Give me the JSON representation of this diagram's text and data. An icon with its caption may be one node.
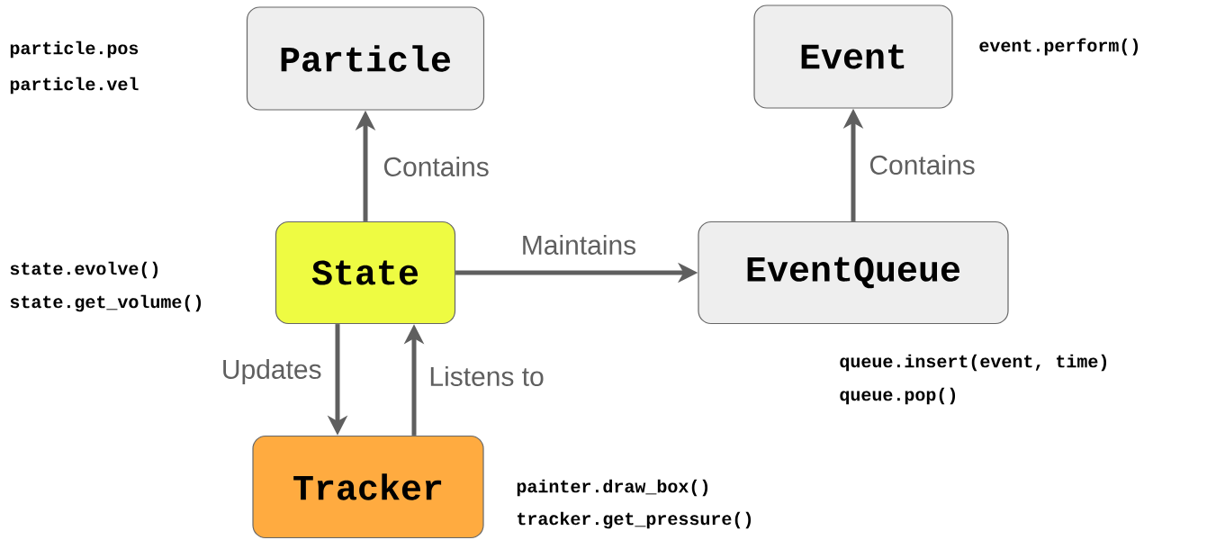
{
  "diagram": {
    "nodes": [
      {
        "text": [
          "Particle"
        ],
        "beside": [
          "particle.pos",
          "particle.vel"
        ]
      },
      {
        "text": [
          "Event"
        ],
        "beside": [
          "event.perform()"
        ]
      },
      {
        "text": [
          "State"
        ],
        "beside": [
          "state.evolve()",
          "state.get_volume()"
        ]
      },
      {
        "text": [
          "EventQueue"
        ],
        "beside": [
          "queue.insert(event, time)",
          "queue.pop()"
        ]
      },
      {
        "text": [
          "Tracker"
        ],
        "beside": [
          "painter.draw_box()",
          "tracker.get_pressure()"
        ]
      }
    ],
    "edges": [
      {
        "from": 2,
        "to": 0,
        "arrow": "to",
        "label": "Contains"
      },
      {
        "from": 3,
        "to": 1,
        "arrow": "to",
        "label": "Contains"
      },
      {
        "from": 2,
        "to": 3,
        "arrow": "to",
        "label": "Maintains"
      },
      {
        "from": 2,
        "to": 4,
        "arrow": "to",
        "label": "Updates"
      },
      {
        "from": 4,
        "to": 2,
        "arrow": "to",
        "label": "Listens to"
      }
    ]
  }
}
